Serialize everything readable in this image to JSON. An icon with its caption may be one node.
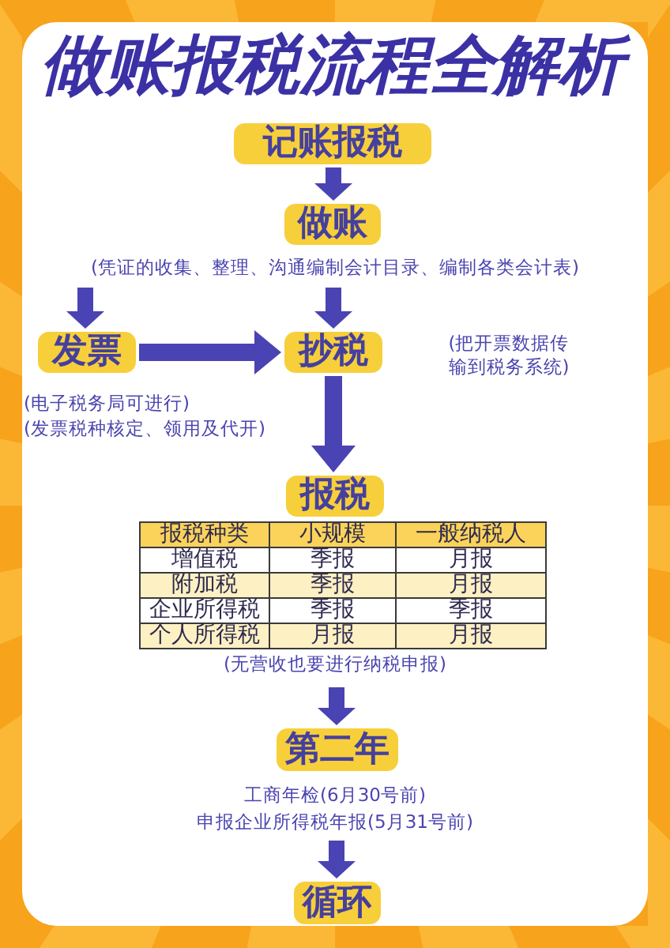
{
  "diagram": {
    "title": "做账报税流程全解析",
    "nodes": [
      {
        "text": [
          "记账报税"
        ]
      },
      {
        "text": [
          "做账"
        ],
        "beside": [
          "(凭证的收集、整理、沟通编制会计目录、编制各类会计表)"
        ]
      },
      {
        "text": [
          "发票"
        ],
        "beside": [
          "(电子税务局可进行)",
          "(发票税种核定、领用及代开)"
        ]
      },
      {
        "text": [
          "抄税"
        ],
        "beside": [
          "(把开票数据传输到税务系统)"
        ]
      },
      {
        "text": [
          "报税"
        ]
      },
      {
        "text": [
          "第二年"
        ],
        "beside": [
          "工商年检(6月30号前)",
          "申报企业所得税年报(5月31号前)"
        ]
      },
      {
        "text": [
          "循环"
        ]
      }
    ],
    "edges": [
      {
        "from": 0,
        "to": 1,
        "arrow": "to"
      },
      {
        "from": 1,
        "to": 2,
        "arrow": "to"
      },
      {
        "from": 1,
        "to": 3,
        "arrow": "to"
      },
      {
        "from": 2,
        "to": 3,
        "arrow": "to"
      },
      {
        "from": 3,
        "to": 4,
        "arrow": "to"
      },
      {
        "from": null,
        "to": 5,
        "arrow": "to"
      },
      {
        "from": 5,
        "to": 6,
        "arrow": "to"
      }
    ],
    "labels": [
      "报税种类",
      "小规模",
      "一般纳税人",
      "增值税",
      "季报",
      "月报",
      "附加税",
      "季报",
      "月报",
      "企业所得税",
      "季报",
      "季报",
      "个人所得税",
      "月报",
      "月报",
      "(无营收也要进行纳税申报)"
    ]
  }
}
